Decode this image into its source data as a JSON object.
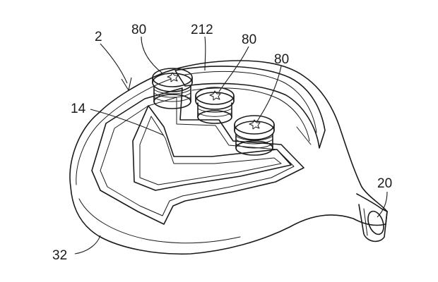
{
  "labels": {
    "assembly": "2",
    "screw_left": "80",
    "screw_middle": "80",
    "screw_right": "80",
    "track": "212",
    "crown_panel": "14",
    "hosel": "20",
    "sole_edge": "32"
  },
  "colors": {
    "line": "#1a1a1a",
    "background": "#ffffff"
  }
}
